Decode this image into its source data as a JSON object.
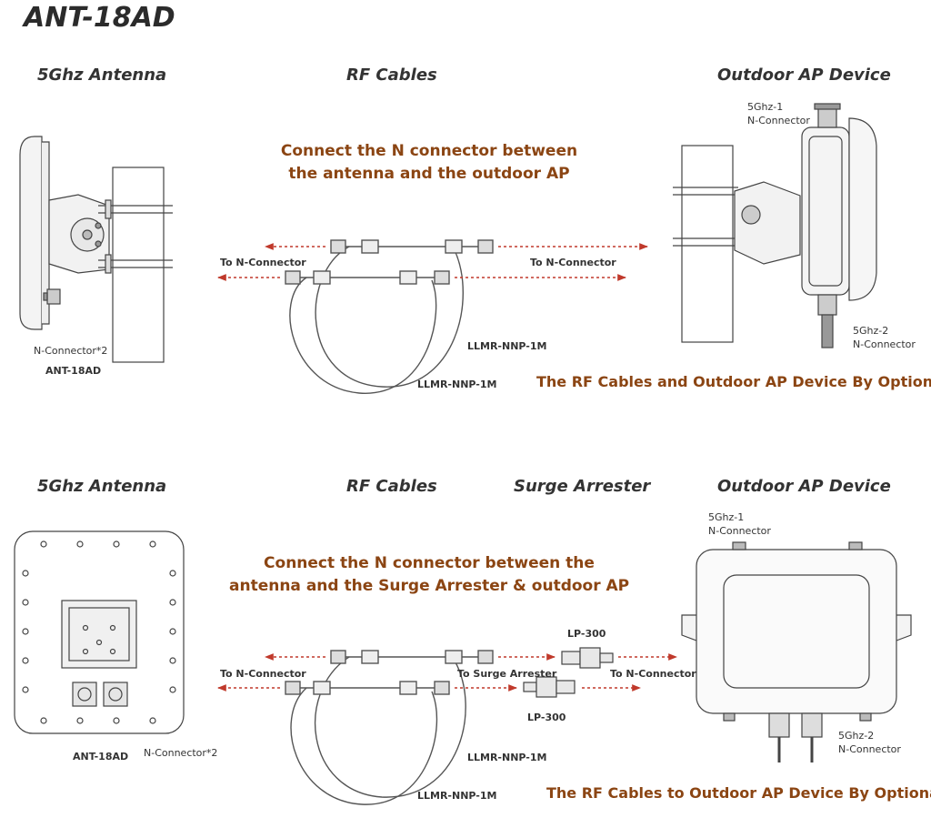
{
  "title": "ANT-18AD",
  "top": {
    "col_antenna": "5Ghz Antenna",
    "col_cables": "RF Cables",
    "col_ap": "Outdoor AP Device",
    "instruction_line1": "Connect the N connector between",
    "instruction_line2": "the antenna and the outdoor AP",
    "to_n_left": "To N-Connector",
    "to_n_right": "To N-Connector",
    "cable_a": "LLMR-NNP-1M",
    "cable_b": "LLMR-NNP-1M",
    "antenna_connectors": "N-Connector*2",
    "antenna_model": "ANT-18AD",
    "ap_port1_line1": "5Ghz-1",
    "ap_port1_line2": "N-Connector",
    "ap_port2_line1": "5Ghz-2",
    "ap_port2_line2": "N-Connector",
    "optional_note": "The RF Cables and Outdoor AP Device By Optional"
  },
  "bottom": {
    "col_antenna": "5Ghz Antenna",
    "col_cables": "RF Cables",
    "col_surge": "Surge Arrester",
    "col_ap": "Outdoor AP Device",
    "instruction_line1": "Connect the N connector between the",
    "instruction_line2": "antenna and the Surge Arrester & outdoor AP",
    "to_n_left": "To N-Connector",
    "to_surge": "To Surge Arrester",
    "to_n_right": "To N-Connector",
    "arrester_top": "LP-300",
    "arrester_bottom": "LP-300",
    "cable_a": "LLMR-NNP-1M",
    "cable_b": "LLMR-NNP-1M",
    "antenna_model": "ANT-18AD",
    "antenna_connectors": "N-Connector*2",
    "ap_port1_line1": "5Ghz-1",
    "ap_port1_line2": "N-Connector",
    "ap_port2_line1": "5Ghz-2",
    "ap_port2_line2": "N-Connector",
    "optional_note": "The RF Cables to Outdoor AP Device By Optional"
  },
  "colors": {
    "accent": "#8b4513",
    "arrow": "#c0392b",
    "line": "#444444"
  }
}
